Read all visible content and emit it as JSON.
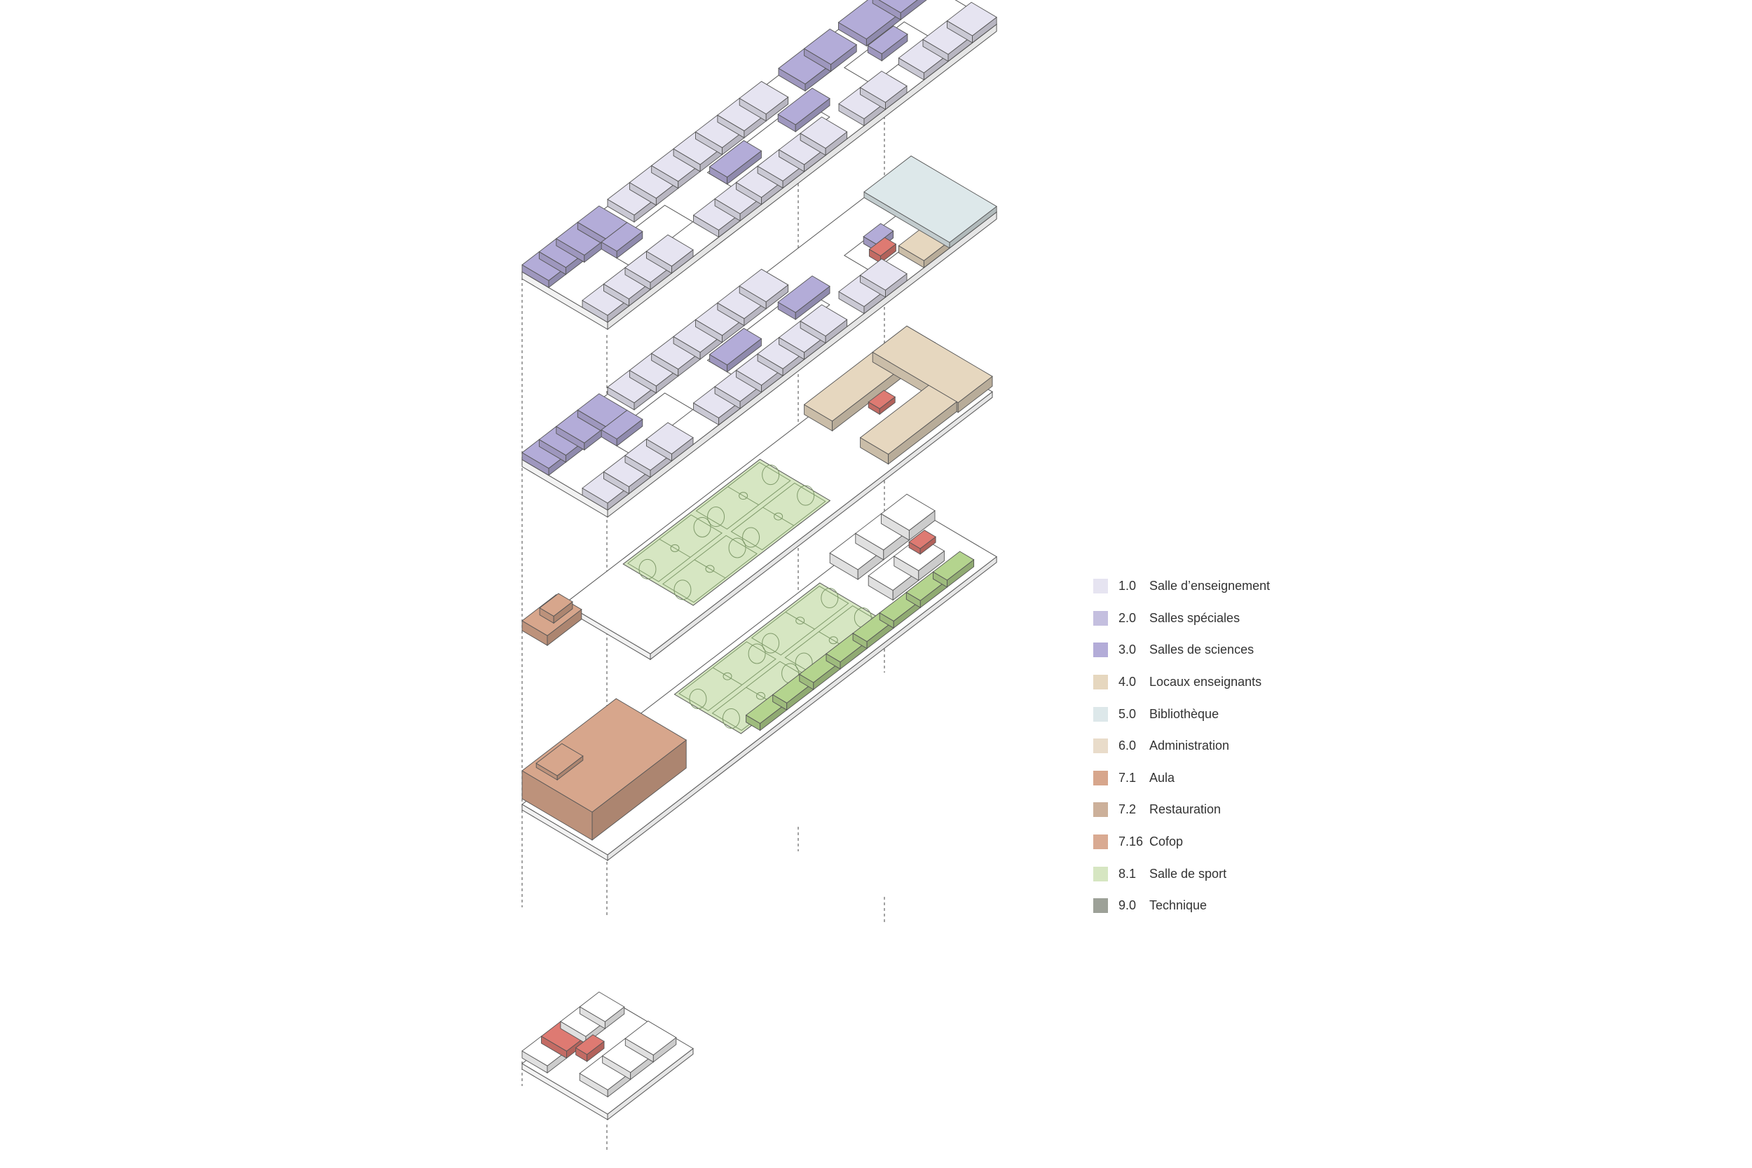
{
  "legend": {
    "items": [
      {
        "code": "1.0",
        "label": "Salle d’enseignement",
        "color": "#e6e4f1"
      },
      {
        "code": "2.0",
        "label": "Salles spéciales",
        "color": "#c4bfdf"
      },
      {
        "code": "3.0",
        "label": "Salles de sciences",
        "color": "#b3acd8"
      },
      {
        "code": "4.0",
        "label": "Locaux enseignants",
        "color": "#e6d7bf"
      },
      {
        "code": "5.0",
        "label": "Bibliothèque",
        "color": "#dde8ea"
      },
      {
        "code": "6.0",
        "label": "Administration",
        "color": "#e9dcca"
      },
      {
        "code": "7.1",
        "label": "Aula",
        "color": "#d7a68c"
      },
      {
        "code": "7.2",
        "label": "Restauration",
        "color": "#ccb09a"
      },
      {
        "code": "7.16",
        "label": "Cofop",
        "color": "#d9aa92"
      },
      {
        "code": "8.1",
        "label": "Salle de sport",
        "color": "#d6e6c2"
      },
      {
        "code": "9.0",
        "label": "Technique",
        "color": "#9da198"
      }
    ]
  },
  "colors": {
    "circulation": "#ffffff",
    "outline": "#555555",
    "sport_field": "#d6e6c2",
    "sport_strip": "#b4d48e",
    "sciences": "#b3acd8",
    "teaching": "#e6e4f1",
    "library": "#dde8ea",
    "teachers": "#e6d7bf",
    "aula": "#d7a68c",
    "accent": "#de7a72",
    "court_lines": "#7f9a6a"
  },
  "icons": {
    "court_markings": "basketball-court-icon"
  }
}
